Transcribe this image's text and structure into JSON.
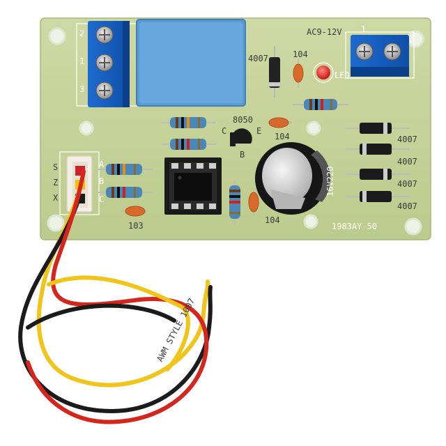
{
  "board": {
    "pcb_color": "#c7d39a",
    "top_power_label": "AC9-12V",
    "model_label": "1983AY-50",
    "transistor_label": "8050",
    "led_label": "LED",
    "capacitor_label": "16V220",
    "relay_terminal_numbers": [
      "2",
      "1",
      "3"
    ],
    "power_terminal_number": "1",
    "sensor_connector_letters": [
      "S",
      "Z",
      "X"
    ],
    "resistor_pin_letters": [
      "A",
      "B",
      "C"
    ],
    "transistor_pin_letters": [
      "C",
      "B",
      "E"
    ],
    "cap_labels": {
      "top_104": "104",
      "mid_104": "104",
      "bottom_104": "104",
      "bottom_103": "103"
    },
    "diode_labels": {
      "relay_diode": "4007",
      "bridge_1": "4007",
      "bridge_2": "4007",
      "bridge_3": "4007",
      "bridge_4": "4007"
    },
    "wire_print": "AWM STYLE 1007"
  }
}
